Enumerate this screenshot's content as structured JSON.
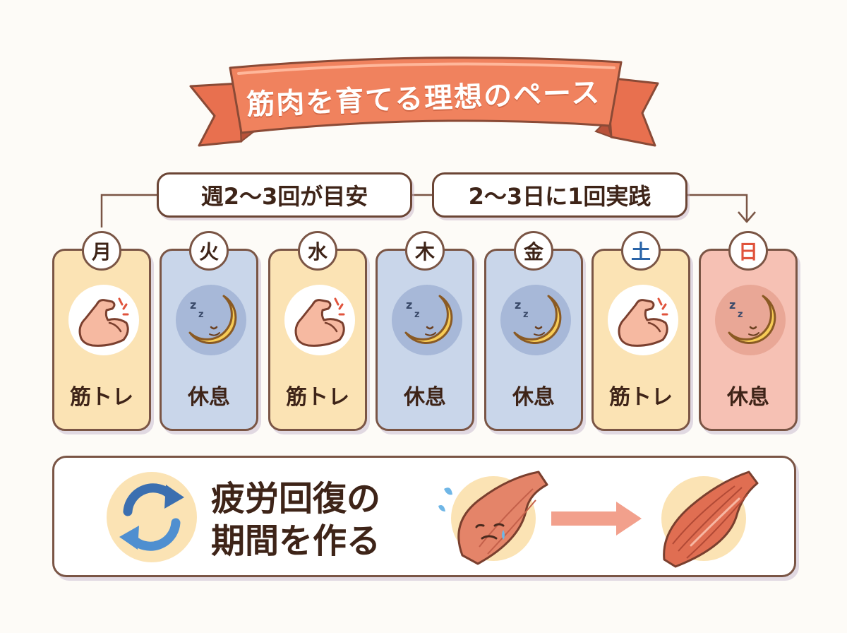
{
  "title": "筋肉を育てる理想のペース",
  "labels": {
    "left": "週2〜3回が目安",
    "right": "2〜3日に1回実践"
  },
  "days": [
    {
      "day": "月",
      "activity": "筋トレ",
      "type": "train",
      "day_color": "#3e2418",
      "icon": "flexed-arm-icon"
    },
    {
      "day": "火",
      "activity": "休息",
      "type": "rest",
      "day_color": "#3e2418",
      "icon": "sleeping-moon-icon"
    },
    {
      "day": "水",
      "activity": "筋トレ",
      "type": "train",
      "day_color": "#3e2418",
      "icon": "flexed-arm-icon"
    },
    {
      "day": "木",
      "activity": "休息",
      "type": "rest",
      "day_color": "#3e2418",
      "icon": "sleeping-moon-icon"
    },
    {
      "day": "金",
      "activity": "休息",
      "type": "rest",
      "day_color": "#3e2418",
      "icon": "sleeping-moon-icon"
    },
    {
      "day": "土",
      "activity": "筋トレ",
      "type": "train",
      "day_color": "#2a64a8",
      "icon": "flexed-arm-icon"
    },
    {
      "day": "日",
      "activity": "休息",
      "type": "sun",
      "day_color": "#e0533c",
      "icon": "sleeping-moon-icon"
    }
  ],
  "recovery": {
    "line1": "疲労回復の",
    "line2": "期間を作る",
    "icons": [
      "cycle-arrows-icon",
      "tired-muscle-icon",
      "right-arrow-icon",
      "healthy-muscle-icon"
    ]
  },
  "colors": {
    "banner": "#f0825e",
    "train_card": "#fbe3b4",
    "rest_card": "#c9d6ea",
    "sunday_card": "#f6c1b4",
    "saturday_text": "#2a64a8",
    "sunday_text": "#e0533c"
  }
}
